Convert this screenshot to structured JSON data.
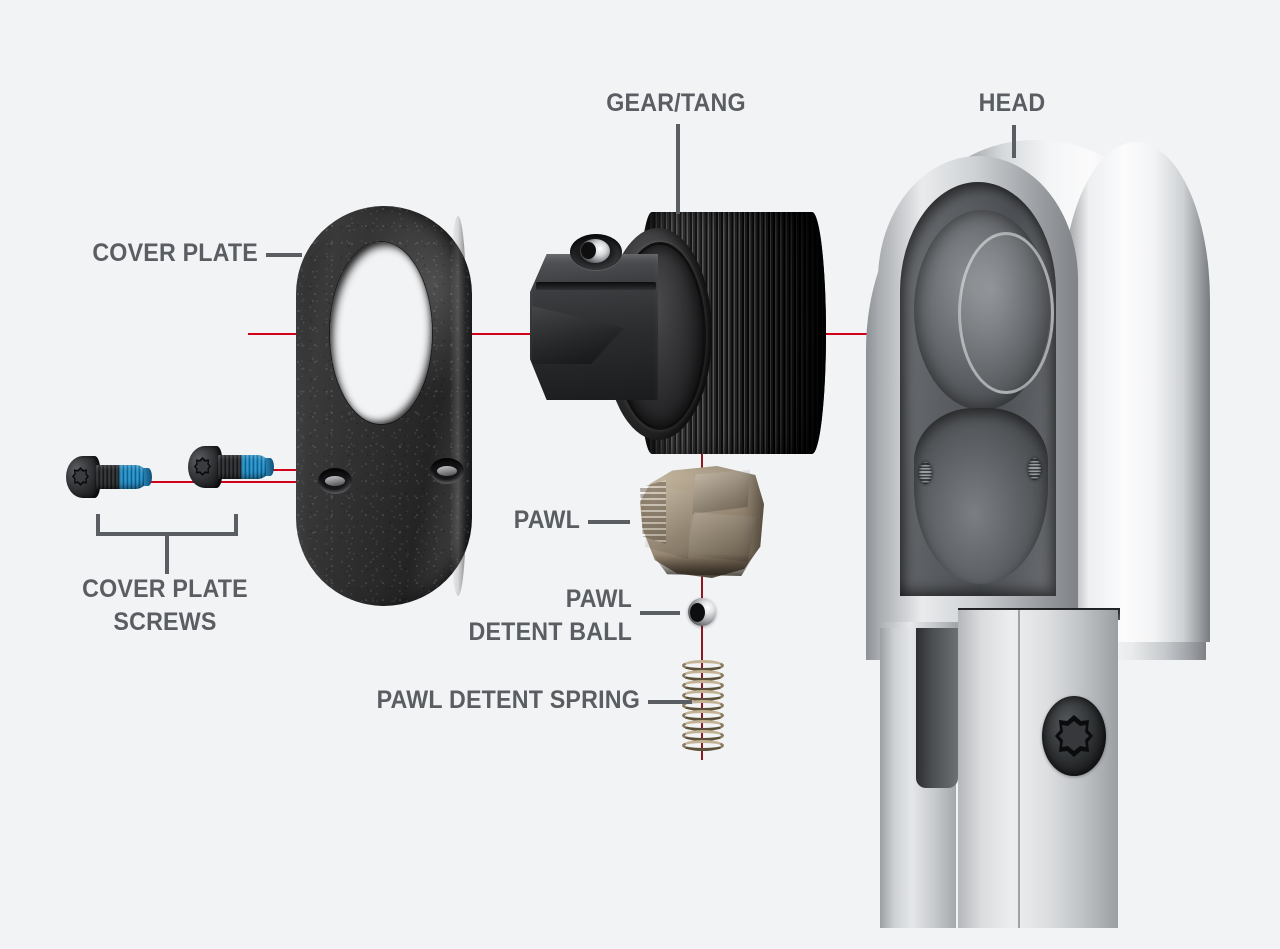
{
  "diagram": {
    "title": "Ratchet head exploded view",
    "background_color": "#f2f3f5",
    "label_color": "#5a5e62",
    "leader_color": "#5a5e62",
    "axis_line_color": "#d0021b"
  },
  "labels": {
    "cover_plate": "COVER PLATE",
    "cover_plate_screws": "COVER PLATE\nSCREWS",
    "gear_tang": "GEAR/TANG",
    "head": "HEAD",
    "pawl": "PAWL",
    "pawl_detent_ball": "PAWL\nDETENT BALL",
    "pawl_detent_spring": "PAWL DETENT SPRING"
  },
  "parts": [
    {
      "name": "cover-plate",
      "label": "COVER PLATE",
      "color": "#2b2b2c",
      "material": "black oxide steel"
    },
    {
      "name": "cover-plate-screws",
      "label": "COVER PLATE SCREWS",
      "count": 2,
      "color": "#1d1e20",
      "accent_color": "#45b3e6",
      "head_type": "torx-flat-head"
    },
    {
      "name": "gear-tang",
      "label": "GEAR/TANG",
      "color": "#232325",
      "material": "black oxide steel"
    },
    {
      "name": "pawl",
      "label": "PAWL",
      "color": "#b7a992",
      "material": "bronze"
    },
    {
      "name": "pawl-detent-ball",
      "label": "PAWL DETENT BALL",
      "color": "#c9cacd",
      "material": "polished steel"
    },
    {
      "name": "pawl-detent-spring",
      "label": "PAWL DETENT SPRING",
      "color": "#8a7a5e",
      "material": "bronze coil spring",
      "coils": 9
    },
    {
      "name": "head",
      "label": "HEAD",
      "color": "#dcdee0",
      "material": "polished chrome"
    }
  ],
  "icons": {
    "torx_screw": "torx-screw-icon",
    "coil_spring": "coil-spring-icon",
    "detent_ball": "sphere-icon"
  }
}
